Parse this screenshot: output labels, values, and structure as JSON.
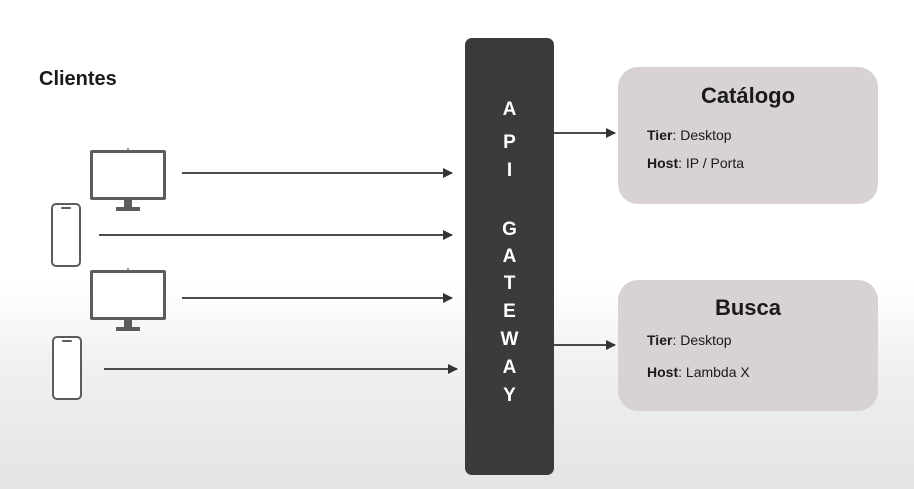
{
  "clients": {
    "title": "Clientes",
    "devices": [
      {
        "type": "monitor",
        "icon": "monitor-icon"
      },
      {
        "type": "phone",
        "icon": "smartphone-icon"
      },
      {
        "type": "monitor",
        "icon": "monitor-icon"
      },
      {
        "type": "phone",
        "icon": "smartphone-icon"
      }
    ]
  },
  "gateway": {
    "letters": [
      "A",
      "P",
      "I",
      "G",
      "A",
      "T",
      "E",
      "W",
      "A",
      "Y"
    ]
  },
  "services": [
    {
      "name": "Catálogo",
      "tier_label": "Tier",
      "tier_value": ": Desktop",
      "host_label": "Host",
      "host_value": ": IP / Porta"
    },
    {
      "name": "Busca",
      "tier_label": "Tier",
      "tier_value": ": Desktop",
      "host_label": "Host",
      "host_value": ": Lambda X"
    }
  ],
  "colors": {
    "gateway": "#3b3b3b",
    "service_box": "#d8d2d2",
    "arrow": "#333333",
    "device": "#5c5c5c"
  }
}
